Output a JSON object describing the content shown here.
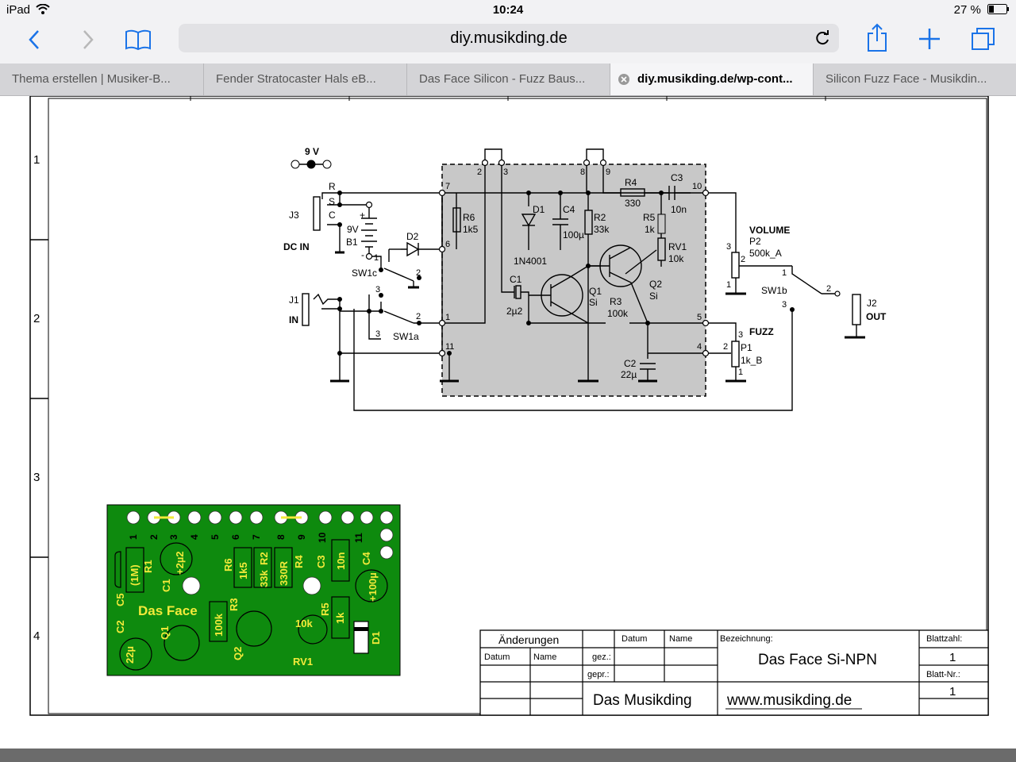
{
  "status": {
    "device": "iPad",
    "time": "10:24",
    "battery": "27 %"
  },
  "toolbar": {
    "url": "diy.musikding.de",
    "back_icon": "chevron-left-icon",
    "forward_icon": "chevron-right-icon",
    "bookmarks_icon": "book-icon",
    "reload_icon": "reload-icon",
    "share_icon": "share-icon",
    "add_icon": "plus-icon",
    "tabs_icon": "tabs-icon"
  },
  "tabs": [
    {
      "label": "Thema erstellen | Musiker-B..."
    },
    {
      "label": "Fender Stratocaster Hals eB..."
    },
    {
      "label": "Das Face Silicon - Fuzz Baus..."
    },
    {
      "label": "diy.musikding.de/wp-cont...",
      "active": true
    },
    {
      "label": "Silicon Fuzz Face - Musikdin..."
    }
  ],
  "frame": {
    "rows": [
      "1",
      "2",
      "3",
      "4"
    ]
  },
  "schematic": {
    "labels": {
      "v9": "9 V",
      "j3": "J3",
      "dcin": "DC IN",
      "r": "R",
      "s": "S",
      "c": "C",
      "b1a": "9V",
      "b1b": "B1",
      "plus": "+",
      "minus": "-",
      "d2": "D2",
      "sw1c": "SW1c",
      "j1": "J1",
      "in": "IN",
      "sw1a": "SW1a",
      "r6": "R6",
      "r6v": "1k5",
      "d1": "D1",
      "d1v": "1N4001",
      "c4": "C4",
      "c4v": "100µ",
      "r2": "R2",
      "r2v": "33k",
      "r4": "R4",
      "r4v": "330",
      "c3": "C3",
      "c3v": "10n",
      "r5": "R5",
      "r5v": "1k",
      "rv1": "RV1",
      "rv1v": "10k",
      "q1": "Q1",
      "q1v": "Si",
      "q2": "Q2",
      "q2v": "Si",
      "c1": "C1",
      "c1v": "2µ2",
      "r3": "R3",
      "r3v": "100k",
      "c2": "C2",
      "c2v": "22µ",
      "volume": "VOLUME",
      "p2": "P2",
      "p2v": "500k_A",
      "sw1b": "SW1b",
      "j2": "J2",
      "out": "OUT",
      "fuzz": "FUZZ",
      "p1": "P1",
      "p1v": "1k_B"
    },
    "pins": [
      "2",
      "3",
      "8",
      "9",
      "7",
      "6",
      "1",
      "11",
      "10",
      "5",
      "4"
    ]
  },
  "pcb": {
    "pad_numbers": [
      "1",
      "2",
      "3",
      "4",
      "5",
      "6",
      "7",
      "8",
      "9",
      "10",
      "11"
    ],
    "labels": {
      "r1": "R1",
      "r1v": "(1M)",
      "c1v": "+2µ2",
      "c1": "C1",
      "c5": "C5",
      "r6": "R6",
      "r6v": "1k5",
      "r2v": "33k",
      "r2": "R2",
      "r4v": "330R",
      "r4": "R4",
      "c3": "C3",
      "c3v": "10n",
      "c4": "C4",
      "c4v": "+100µ",
      "title": "Das Face",
      "r3": "R3",
      "r3v": "100k",
      "rv1v": "10k",
      "rv1": "RV1",
      "r5": "R5",
      "r5v": "1k",
      "d1": "D1",
      "c2": "C2",
      "c2v": "22µ",
      "q1": "Q1",
      "q2": "Q2"
    }
  },
  "title_block": {
    "aenderungen": "Änderungen",
    "datum": "Datum",
    "name": "Name",
    "gez": "gez.:",
    "gepr": "gepr.:",
    "bezeichnung_label": "Bezeichnung:",
    "bezeichnung": "Das Face Si-NPN",
    "company": "Das Musikding",
    "url": "www.musikding.de",
    "blattzahl_label": "Blattzahl:",
    "blattzahl": "1",
    "blattnr_label": "Blatt-Nr.:",
    "blattnr": "1"
  },
  "colors": {
    "pcb_green": "#0e8a0e",
    "pcb_label": "#f2ea3a",
    "module_fill": "#c8c8c8",
    "link_color": "#0a58ff"
  }
}
